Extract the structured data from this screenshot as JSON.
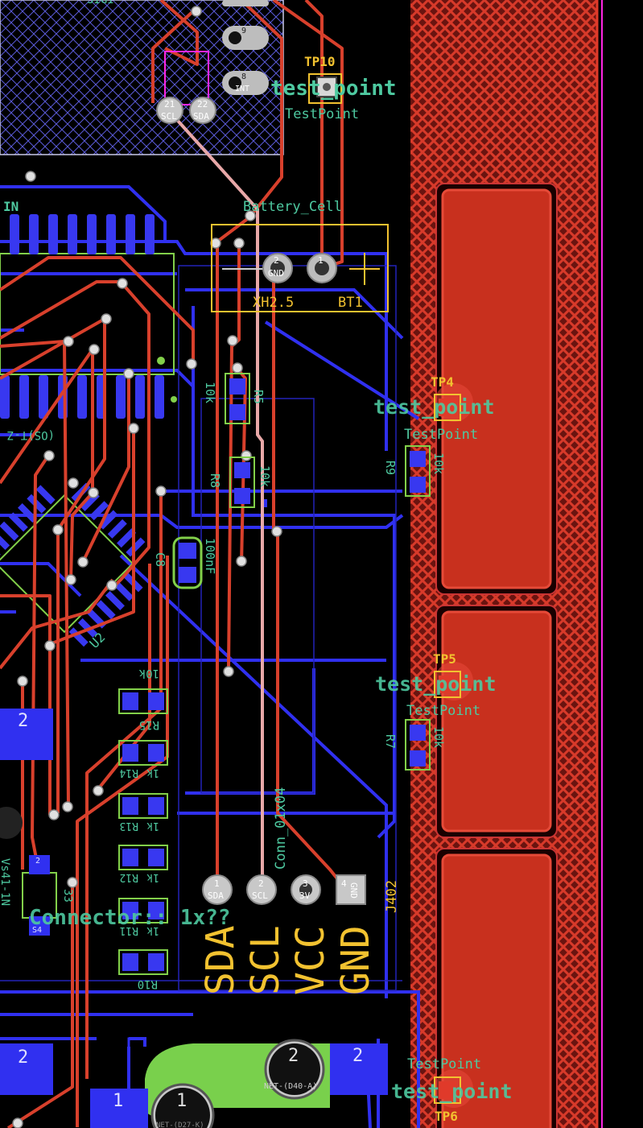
{
  "top_partial_label": "SIGI",
  "header_pads": [
    {
      "num": "9",
      "net": ""
    },
    {
      "num": "8",
      "net": "INT"
    }
  ],
  "i2c_pads": [
    {
      "num": "21",
      "net": "SCL"
    },
    {
      "num": "22",
      "net": "SDA"
    }
  ],
  "left_edge_label": "IN",
  "testpoints": {
    "tp10": {
      "ref": "TP10",
      "value": "TestPoint",
      "footprint": "test_point"
    },
    "tp4": {
      "ref": "TP4",
      "value": "TestPoint",
      "footprint": "test_point"
    },
    "tp5": {
      "ref": "TP5",
      "value": "TestPoint",
      "footprint": "test_point"
    },
    "tp6": {
      "ref": "TP6",
      "value": "TestPoint",
      "footprint": "test_point"
    }
  },
  "battery": {
    "name": "Battery_Cell",
    "footprint": "XH2.5",
    "ref": "BT1",
    "pins": [
      {
        "num": "2",
        "net": "GND"
      },
      {
        "num": "1",
        "net": ""
      }
    ]
  },
  "resistors": {
    "r5": {
      "ref": "R5",
      "value": "10k"
    },
    "r8": {
      "ref": "R8",
      "value": "10k"
    },
    "r9": {
      "ref": "R9",
      "value": "10k"
    },
    "r7": {
      "ref": "R7",
      "value": "10k"
    }
  },
  "capacitor": {
    "ref": "C8",
    "value": "100nF"
  },
  "ic_ref": "U2",
  "ic_partial": "(OS)T-Z",
  "resistor_column": [
    {
      "value": "10k",
      "ref": "R15"
    },
    {
      "value": "1k",
      "ref": "R14"
    },
    {
      "value": "1k",
      "ref": "R13"
    },
    {
      "value": "1k",
      "ref": "R12"
    },
    {
      "value": "1k",
      "ref": "R11"
    },
    {
      "value": "",
      "ref": "R10"
    }
  ],
  "connector": {
    "name": "Conn_01x04",
    "ref": "J402",
    "footprint": "Connector:: 1x??",
    "pins": [
      {
        "num": "1",
        "net": "SDA"
      },
      {
        "num": "2",
        "net": "SCL"
      },
      {
        "num": "3",
        "net": "3V"
      },
      {
        "num": "4",
        "net": "GND"
      }
    ],
    "big_labels": [
      "SDA",
      "SCL",
      "VCC",
      "GND"
    ]
  },
  "left_misc": {
    "pad_number": "2",
    "side_text": "Vs41-1N",
    "small_pad_top": "2",
    "small_pad_bottom": "S4",
    "side_value": "33"
  },
  "bottom": {
    "pad_left": "2",
    "pad_1a": "1",
    "pad_1b": "1",
    "pad_2a": "2",
    "pad_2b": "2",
    "net_a": "NET-(D40-A)",
    "net_b": "NET-(D27-K)"
  },
  "colors": {
    "background": "#000000",
    "front_copper": "#c83434",
    "back_copper": "#3030f0",
    "silkscreen_back": "#4ec9a0",
    "silkscreen_front": "#f2c230",
    "via_ring": "#c8c8c8",
    "board_edge": "#ff26e2",
    "fab_outline": "#8a8acd",
    "courtyard": "#82d04a"
  }
}
